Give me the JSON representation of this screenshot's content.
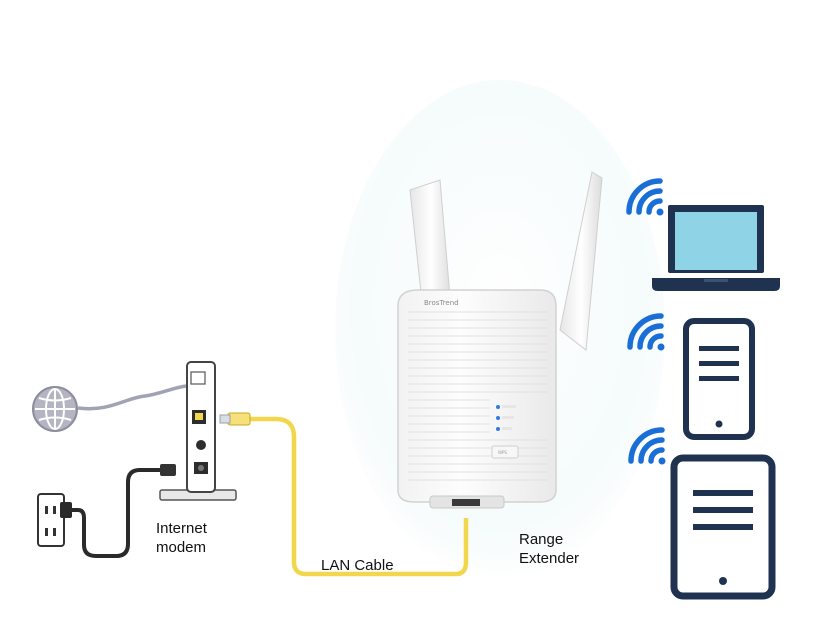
{
  "labels": {
    "modem_line1": "Internet",
    "modem_line2": "modem",
    "lan_cable": "LAN Cable",
    "extender_line1": "Range",
    "extender_line2": "Extender",
    "brand": "BrosTrend",
    "wps_button": "WPS"
  },
  "colors": {
    "cable_yellow": "#f2d64b",
    "device_navy": "#1f3350",
    "screen_blue": "#8ed4e6",
    "wifi_blue": "#1a6fd6",
    "extender_white": "#fbfbfb",
    "globe_grey": "#a8a8b5"
  },
  "icons": [
    "globe-icon",
    "power-outlet-icon",
    "wifi-icon",
    "laptop-icon",
    "tablet-icon"
  ]
}
